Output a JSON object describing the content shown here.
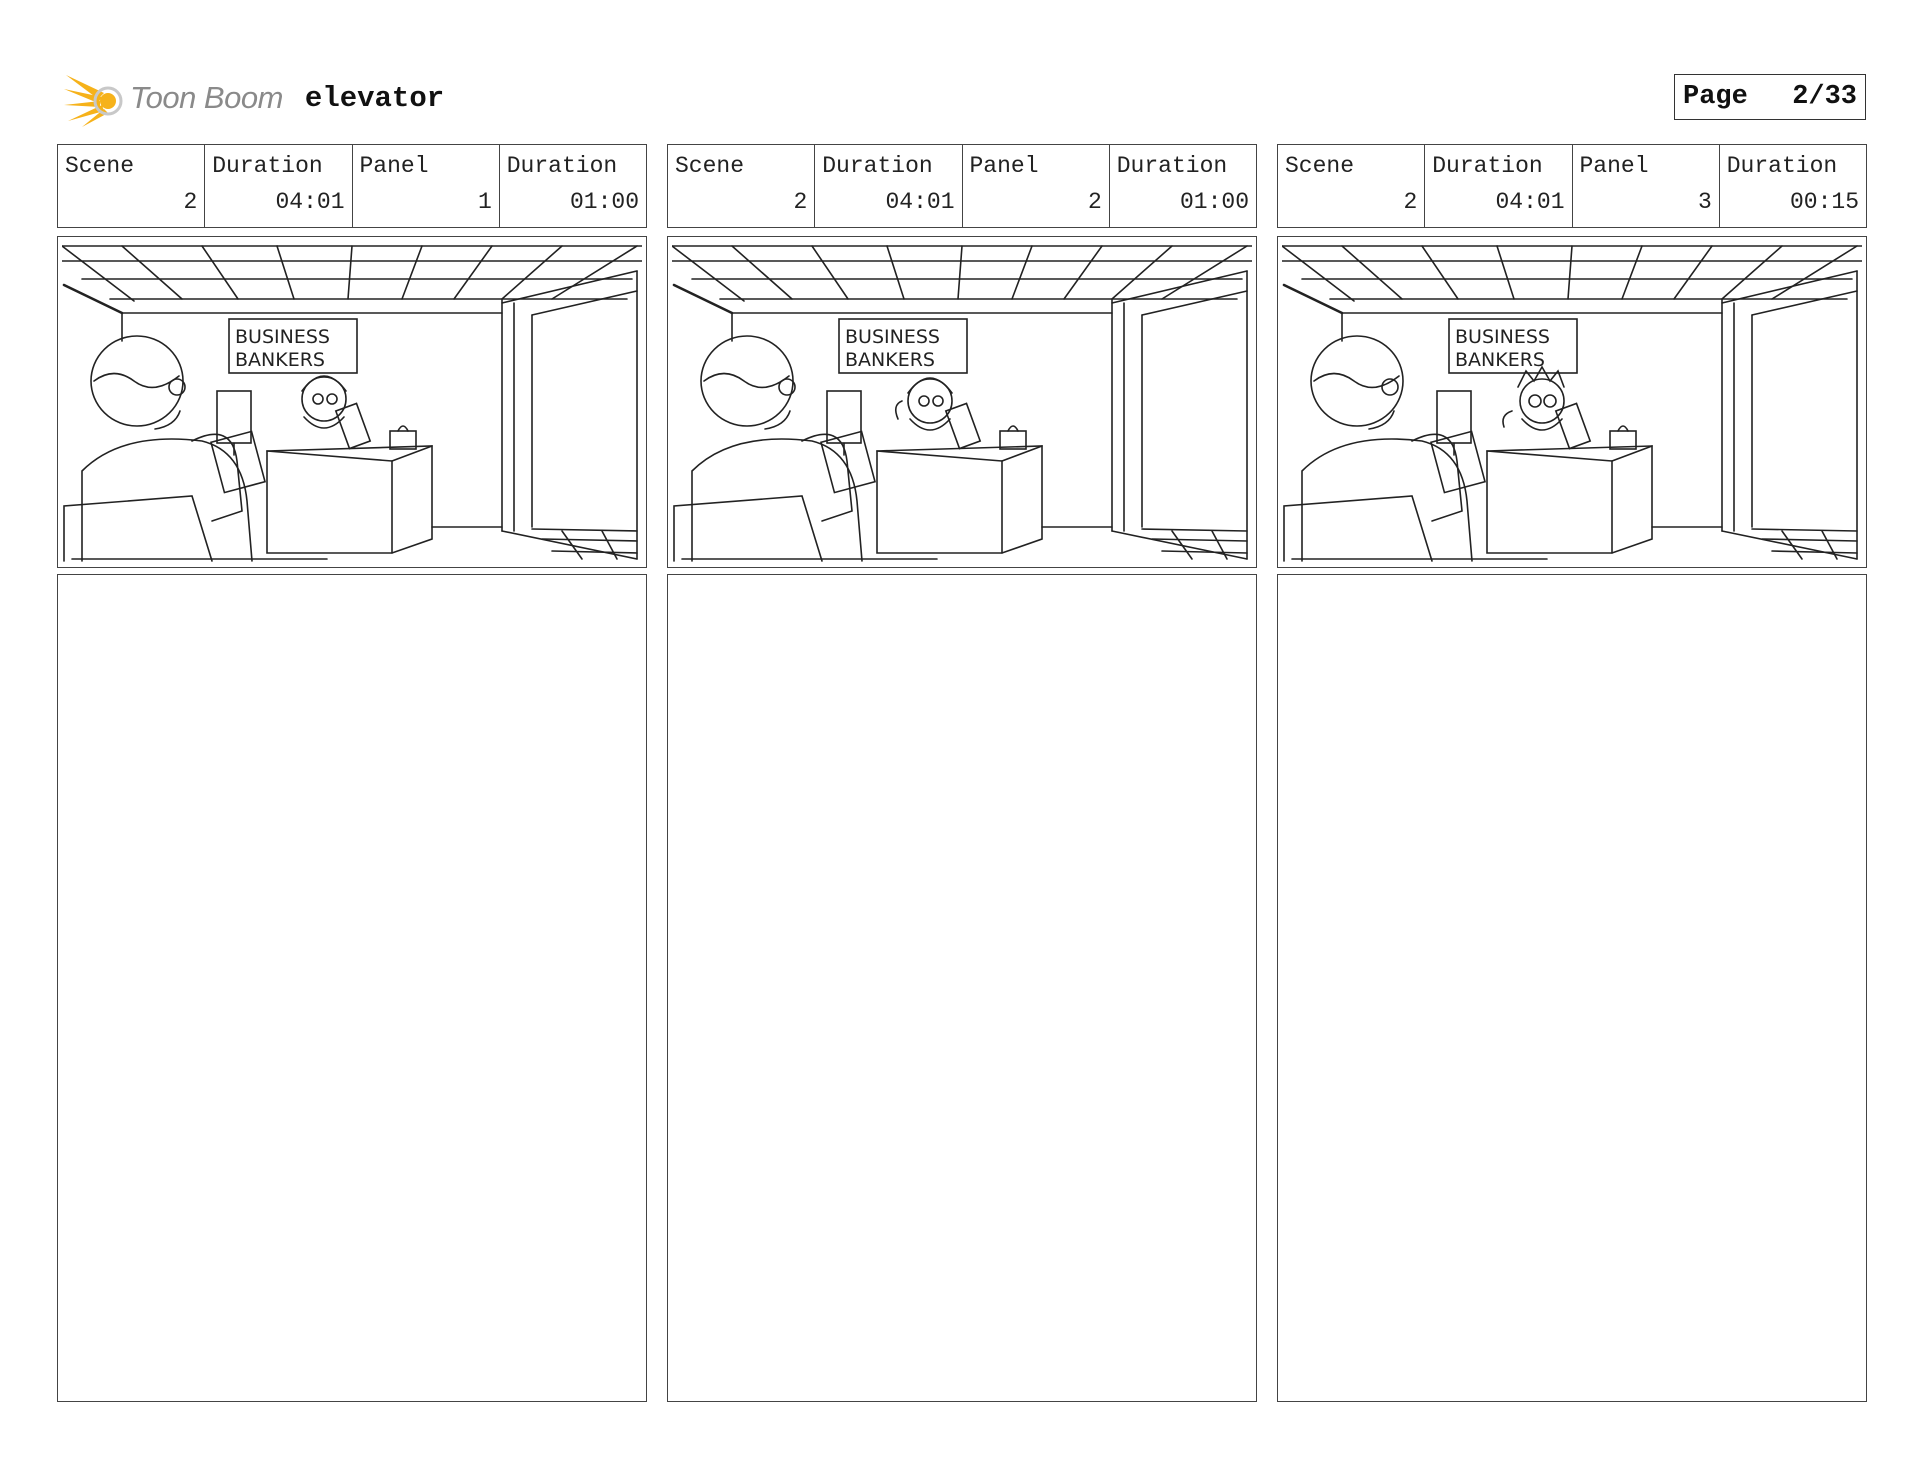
{
  "header": {
    "logo_text": "Toon Boom",
    "project_name": "elevator",
    "page_label": "Page",
    "page_number": "2/33"
  },
  "panels": [
    {
      "scene_label": "Scene",
      "scene_value": "2",
      "scene_duration_label": "Duration",
      "scene_duration_value": "04:01",
      "panel_label": "Panel",
      "panel_value": "1",
      "panel_duration_label": "Duration",
      "panel_duration_value": "01:00",
      "sign_line1": "BUSINESS",
      "sign_line2": "BANKERS"
    },
    {
      "scene_label": "Scene",
      "scene_value": "2",
      "scene_duration_label": "Duration",
      "scene_duration_value": "04:01",
      "panel_label": "Panel",
      "panel_value": "2",
      "panel_duration_label": "Duration",
      "panel_duration_value": "01:00",
      "sign_line1": "BUSINESS",
      "sign_line2": "BANKERS"
    },
    {
      "scene_label": "Scene",
      "scene_value": "2",
      "scene_duration_label": "Duration",
      "scene_duration_value": "04:01",
      "panel_label": "Panel",
      "panel_value": "3",
      "panel_duration_label": "Duration",
      "panel_duration_value": "00:15",
      "sign_line1": "BUSINESS",
      "sign_line2": "BANKERS"
    }
  ],
  "colors": {
    "logo_orange": "#f6b21a",
    "logo_gray": "#8a8a8a",
    "line": "#222222"
  }
}
